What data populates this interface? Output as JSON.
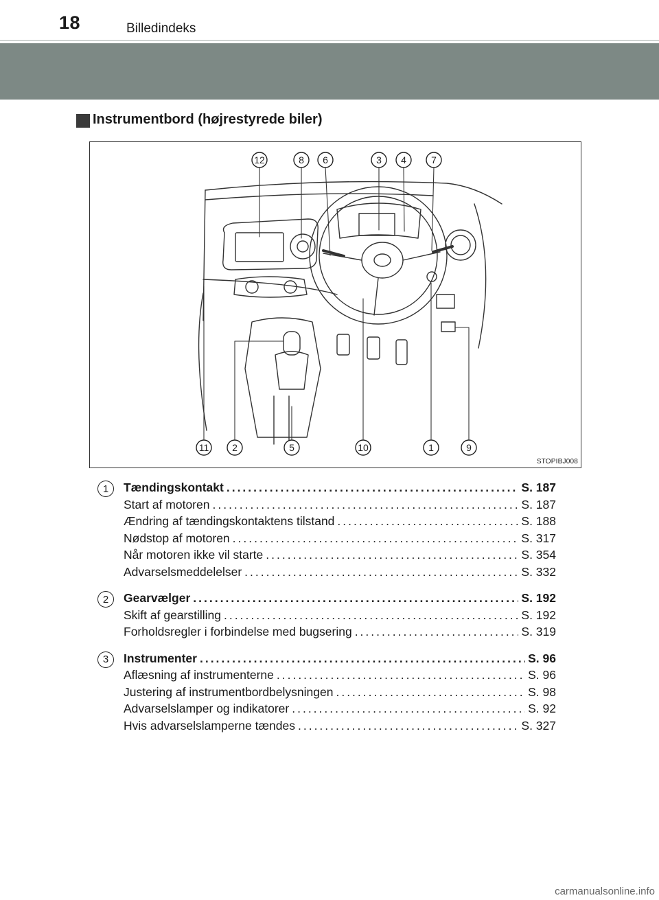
{
  "header": {
    "page_number": "18",
    "title": "Billedindeks"
  },
  "section": {
    "heading": "Instrumentbord (højrestyrede biler)"
  },
  "figure": {
    "code": "STOPIBJ008",
    "callouts_top": [
      "12",
      "8",
      "6",
      "3",
      "4",
      "7"
    ],
    "callouts_bottom": [
      "11",
      "2",
      "5",
      "10",
      "1",
      "9"
    ]
  },
  "entries": [
    {
      "num": "1",
      "title": "Tændingskontakt",
      "page": "S. 187",
      "subs": [
        {
          "label": "Start af motoren",
          "page": "S. 187"
        },
        {
          "label": "Ændring af tændingskontaktens tilstand",
          "page": "S. 188"
        },
        {
          "label": "Nødstop af motoren",
          "page": "S. 317"
        },
        {
          "label": "Når motoren ikke vil starte",
          "page": "S. 354"
        },
        {
          "label": "Advarselsmeddelelser",
          "page": "S. 332"
        }
      ]
    },
    {
      "num": "2",
      "title": "Gearvælger",
      "page": "S. 192",
      "subs": [
        {
          "label": "Skift af gearstilling",
          "page": "S. 192"
        },
        {
          "label": "Forholdsregler i forbindelse med bugsering",
          "page": "S. 319"
        }
      ]
    },
    {
      "num": "3",
      "title": "Instrumenter",
      "page": "S. 96",
      "subs": [
        {
          "label": "Aflæsning af instrumenterne",
          "page": "S. 96"
        },
        {
          "label": "Justering af instrumentbordbelysningen",
          "page": "S. 98"
        },
        {
          "label": "Advarselslamper og indikatorer",
          "page": "S. 92"
        },
        {
          "label": "Hvis advarselslamperne tændes",
          "page": "S. 327"
        }
      ]
    }
  ],
  "watermark": "carmanualsonline.info"
}
